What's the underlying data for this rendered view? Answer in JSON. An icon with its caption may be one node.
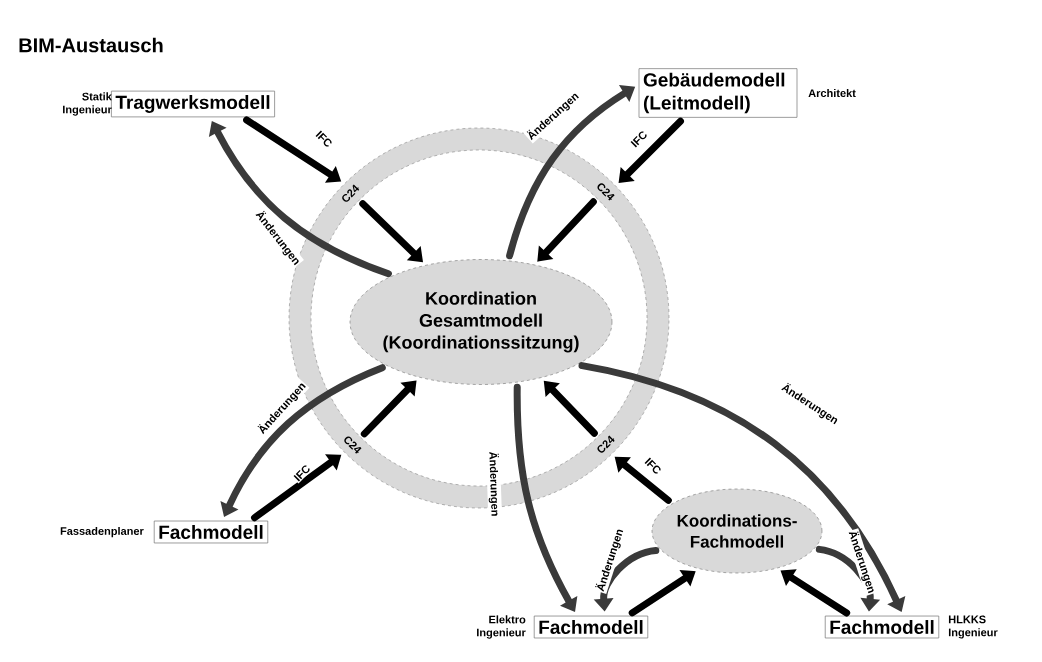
{
  "diagram": {
    "title": "BIM-Austausch",
    "nodes": [
      {
        "text": [
          "Tragwerksmodell"
        ],
        "beside": [
          "Statik Ingenieur"
        ]
      },
      {
        "text": [
          "Gebäudemodell (Leitmodell)"
        ],
        "beside": [
          "Architekt"
        ]
      },
      {
        "text": [
          "C24",
          "C24",
          "C24",
          "C24"
        ]
      },
      {
        "text": [
          "Koordination Gesamtmodell (Koordinationssitzung)"
        ],
        "in": 2
      },
      {
        "text": [
          "Fachmodell"
        ],
        "beside": [
          "Fassadenplaner"
        ]
      },
      {
        "text": [
          "Koordinations- Fachmodell"
        ]
      },
      {
        "text": [
          "Fachmodell"
        ],
        "beside": [
          "Elektro Ingenieur"
        ]
      },
      {
        "text": [
          "Fachmodell"
        ],
        "beside": [
          "HLKKS Ingenieur"
        ]
      }
    ],
    "edges": [
      {
        "from": 0,
        "to": 2,
        "arrow": "to",
        "label": "IFC"
      },
      {
        "from": 2,
        "to": 3,
        "arrow": "to"
      },
      {
        "from": 3,
        "to": 0,
        "arrow": "to",
        "label": "Änderungen",
        "color": "#3a3a3a"
      },
      {
        "from": 1,
        "to": 2,
        "arrow": "to",
        "label": "IFC"
      },
      {
        "from": 2,
        "to": 3,
        "arrow": "to"
      },
      {
        "from": 3,
        "to": 1,
        "arrow": "to",
        "label": "Änderungen",
        "color": "#3a3a3a"
      },
      {
        "from": 4,
        "to": 2,
        "arrow": "to",
        "label": "IFC"
      },
      {
        "from": 2,
        "to": 3,
        "arrow": "to"
      },
      {
        "from": 3,
        "to": 4,
        "arrow": "to",
        "label": "Änderungen",
        "color": "#3a3a3a"
      },
      {
        "from": 5,
        "to": 2,
        "arrow": "to",
        "label": "IFC"
      },
      {
        "from": 2,
        "to": 3,
        "arrow": "to"
      },
      {
        "from": 3,
        "to": 6,
        "arrow": "to",
        "label": "Änderungen",
        "color": "#3a3a3a"
      },
      {
        "from": 3,
        "to": 7,
        "arrow": "to",
        "label": "Änderungen",
        "color": "#3a3a3a"
      },
      {
        "from": 5,
        "to": 6,
        "arrow": "to",
        "label": "Änderungen",
        "color": "#3a3a3a"
      },
      {
        "from": 6,
        "to": 5,
        "arrow": "to"
      },
      {
        "from": 7,
        "to": 5,
        "arrow": "to"
      },
      {
        "from": 5,
        "to": 7,
        "arrow": "to",
        "label": "Änderungen",
        "color": "#3a3a3a"
      }
    ]
  }
}
